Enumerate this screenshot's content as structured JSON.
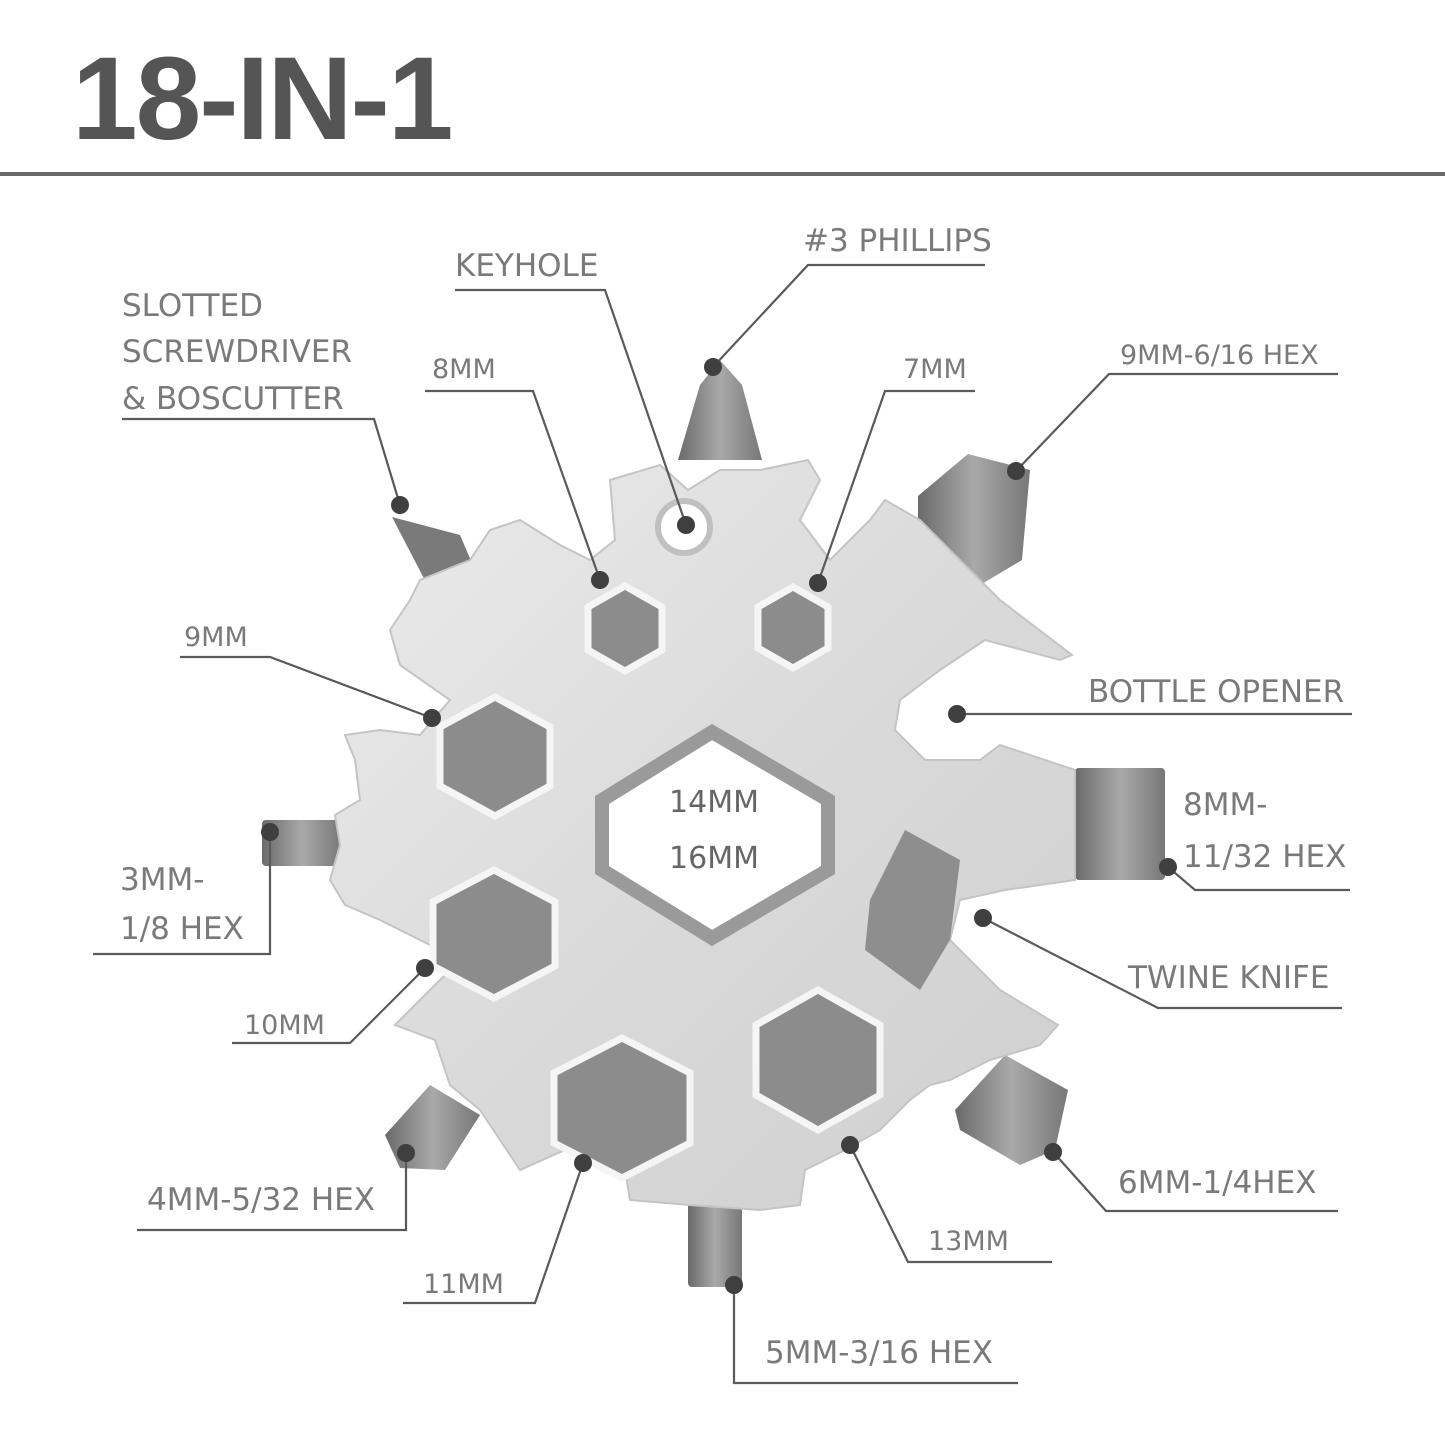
{
  "title": "18-IN-1",
  "center": {
    "line1": "14MM",
    "line2": "16MM"
  },
  "labels": {
    "keyhole": "KEYHOLE",
    "phillips": "#3 PHILLIPS",
    "slotted_1": "SLOTTED",
    "slotted_2": "SCREWDRIVER",
    "slotted_3": "& BOSCUTTER",
    "mm8": "8MM",
    "mm7": "7MM",
    "hex9": "9MM-6/16 HEX",
    "mm9": "9MM",
    "bottle": "BOTTLE OPENER",
    "hex8_1": "8MM-",
    "hex8_2": "11/32 HEX",
    "hex3_1": "3MM-",
    "hex3_2": "1/8 HEX",
    "twine": "TWINE KNIFE",
    "mm10": "10MM",
    "hex6": "6MM-1/4HEX",
    "hex4": "4MM-5/32 HEX",
    "mm13": "13MM",
    "mm11": "11MM",
    "hex5": "5MM-3/16 HEX"
  },
  "colors": {
    "title": "#555555",
    "steel": "#e2e2e2",
    "hex_socket": "#8c8c8c",
    "label": "#7a7a7a",
    "leader": "#5a5a5a"
  }
}
